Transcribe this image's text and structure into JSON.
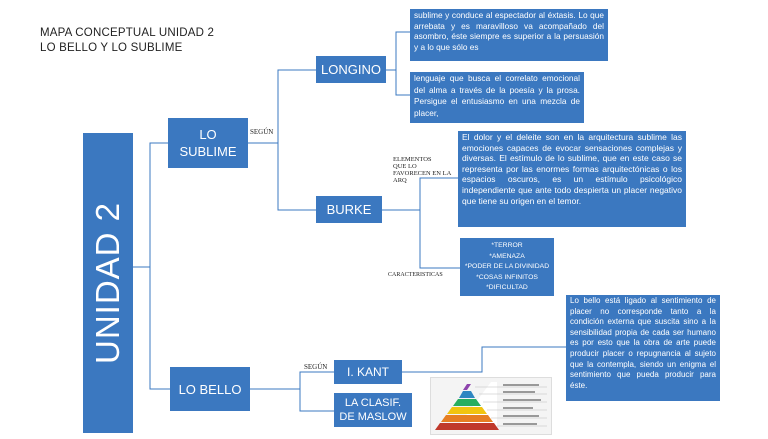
{
  "title_lines": [
    "MAPA CONCEPTUAL UNIDAD 2",
    "LO BELLO Y LO SUBLIME"
  ],
  "main": "UNIDAD 2",
  "nodes": {
    "sublime": "LO SUBLIME",
    "bello": "LO BELLO",
    "longino": "LONGINO",
    "burke": "BURKE",
    "kant": "I. KANT",
    "maslow": "LA CLASIF. DE MASLOW"
  },
  "labels": {
    "segun_sublime": "SEGÚN",
    "segun_bello": "SEGÚN",
    "elementos": [
      "ELEMENTOS",
      "QUE LO",
      "FAVORECEN EN LA",
      "ARQ"
    ],
    "caracteristicas": "CARACTERISTICAS"
  },
  "texts": {
    "longino_1": "sublime y conduce al espectador al éxtasis. Lo que arrebata y es maravilloso va acompañado del asombro, éste siempre es superior a la persuasión y a lo que sólo es",
    "longino_2": "lenguaje que busca el correlato emocional del alma a través de la poesía y la prosa. Persigue el entusiasmo en una mezcla de placer,",
    "burke_1": "El dolor y el deleite son en la arquitectura sublime las emociones capaces de evocar sensaciones complejas y diversas. El estímulo de lo sublime, que en este caso se representa por las enormes formas arquitectónicas o los espacios oscuros, es un estímulo psicológico independiente que ante todo despierta un placer negativo que tiene su origen en el temor.",
    "kant_1": "Lo bello está ligado al sentimiento de placer no corresponde tanto a la condición externa que suscita sino a la sensibilidad propia de cada ser humano es por esto que la obra de arte puede producir placer o repugnancia al sujeto que la contempla, siendo un enigma el sentimiento que pueda producir para éste."
  },
  "burke_characteristics": [
    "*TERROR",
    "*AMENAZA",
    "*PODER DE LA DIVINIDAD",
    "*COSAS INFINITOS",
    "*DIFICULTAD"
  ],
  "colors": {
    "box_blue": "#3b78c0",
    "line_blue": "#3b78c0"
  }
}
